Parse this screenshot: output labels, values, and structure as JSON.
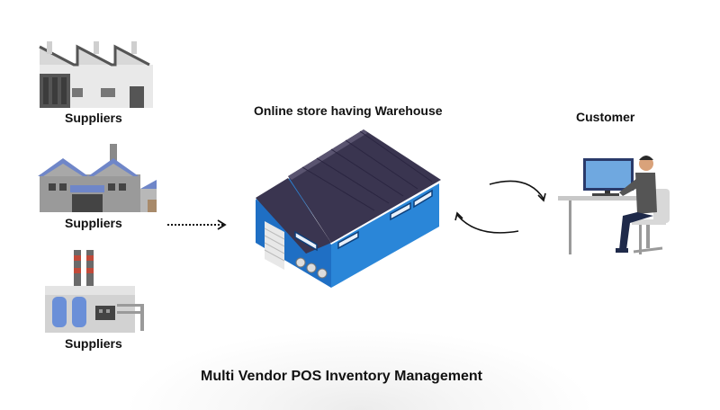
{
  "diagram": {
    "title": "Multi Vendor POS Inventory Management",
    "suppliers": [
      {
        "label": "Suppliers"
      },
      {
        "label": "Suppliers"
      },
      {
        "label": "Suppliers"
      }
    ],
    "warehouse_label": "Online store having Warehouse",
    "customer_label": "Customer"
  },
  "colors": {
    "warehouse_wall": "#2a7fd0",
    "warehouse_roof": "#3a3550",
    "factory_gray": "#9a9a9a",
    "tank_blue": "#6a8fd8",
    "monitor_blue": "#6fa8e0"
  }
}
